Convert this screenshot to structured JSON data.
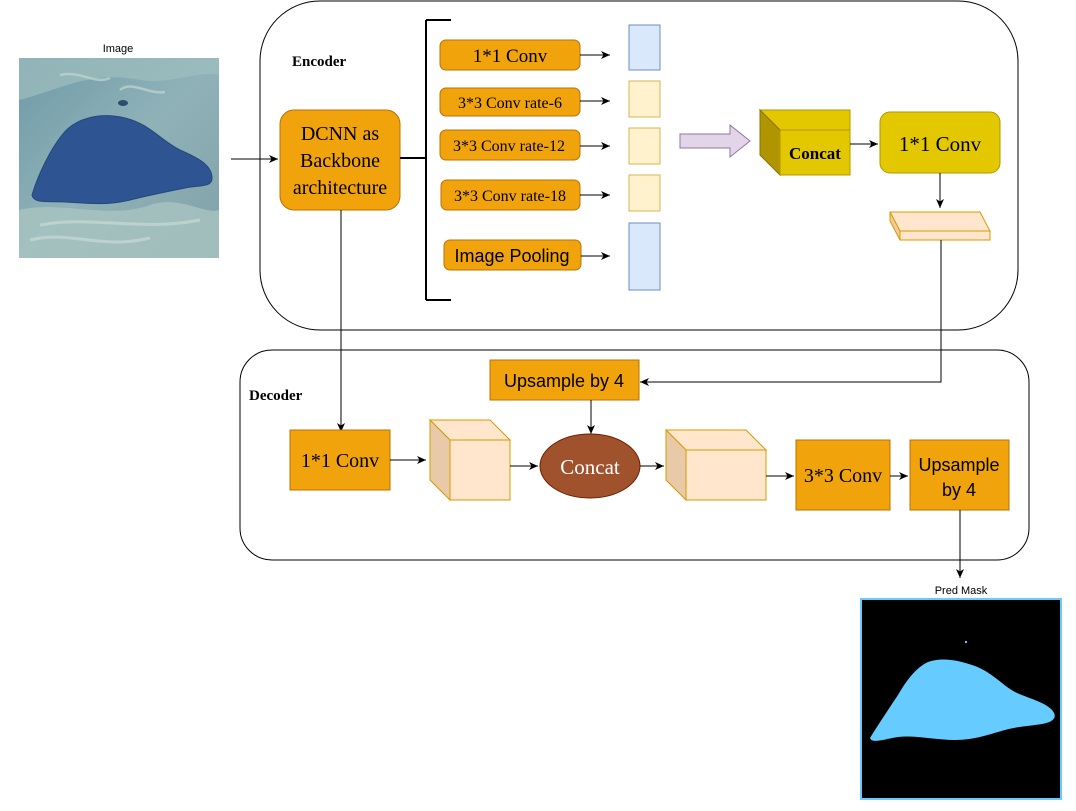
{
  "input_image": {
    "label": "Image"
  },
  "output_image": {
    "label": "Pred Mask"
  },
  "encoder": {
    "title": "Encoder",
    "backbone_label_lines": [
      "DCNN as",
      "Backbone",
      "architecture"
    ],
    "branches": [
      {
        "label": "1*1 Conv",
        "font": "serif"
      },
      {
        "label": "3*3 Conv rate-6",
        "font": "serif"
      },
      {
        "label": "3*3 Conv rate-12",
        "font": "serif"
      },
      {
        "label": "3*3 Conv rate-18",
        "font": "serif"
      },
      {
        "label": "Image Pooling",
        "font": "sans"
      }
    ],
    "concat_label": "Concat",
    "conv_label": "1*1 Conv"
  },
  "decoder": {
    "title": "Decoder",
    "upsample_top_label": "Upsample by 4",
    "conv1_label": "1*1 Conv",
    "concat_label": "Concat",
    "conv3_label": "3*3 Conv",
    "upsample_right_lines": [
      "Upsample",
      "by 4"
    ]
  },
  "colors": {
    "orange_fill": "#f0a30a",
    "orange_stroke": "#bd7000",
    "blue_feature": "#dae8fc",
    "blue_feature_stroke": "#6c8ebf",
    "cream_feature": "#fff2cc",
    "cream_feature_stroke": "#d6b656",
    "olive_fill": "#e3c800",
    "olive_stroke": "#b09500",
    "peach_fill": "#ffe6cc",
    "peach_stroke": "#d79b00",
    "brown_fill": "#a0522d",
    "brown_stroke": "#6d1f00",
    "purple_arrow": "#e1d5e7",
    "purple_stroke": "#9673a6",
    "water_blue": "#66ccff"
  }
}
